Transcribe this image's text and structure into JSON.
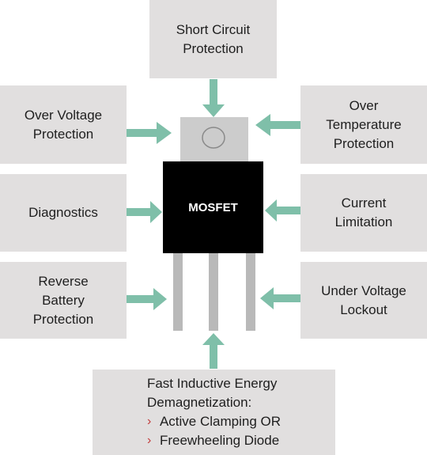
{
  "diagram": {
    "center": {
      "label": "MOSFET"
    },
    "boxes": {
      "short_circuit": [
        "Short Circuit",
        "Protection"
      ],
      "over_voltage": [
        "Over Voltage",
        "Protection"
      ],
      "over_temperature": [
        "Over",
        "Temperature",
        "Protection"
      ],
      "diagnostics": [
        "Diagnostics"
      ],
      "current_limitation": [
        "Current",
        "Limitation"
      ],
      "reverse_battery": [
        "Reverse",
        "Battery",
        "Protection"
      ],
      "under_voltage": [
        "Under Voltage",
        "Lockout"
      ],
      "fast_inductive": {
        "lines": [
          "Fast Inductive Energy",
          "Demagnetization:"
        ],
        "bullets": [
          "Active Clamping OR",
          "Freewheeling Diode"
        ],
        "bullet_marker": "›"
      }
    },
    "colors": {
      "box_fill": "#e1dfdf",
      "arrow": "#7fbfa9",
      "tab": "#cccccc",
      "body": "#000000",
      "leads": "#b9b9b9",
      "bullet_marker": "#c23b3b"
    }
  }
}
